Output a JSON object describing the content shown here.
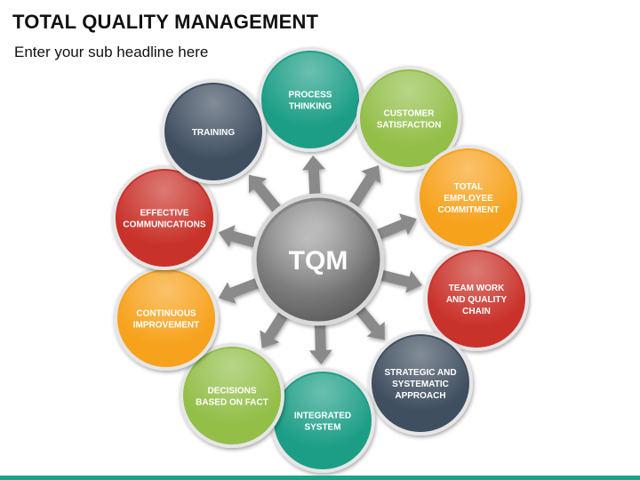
{
  "header": {
    "title": "TOTAL QUALITY MANAGEMENT",
    "subtitle": "Enter your sub headline here"
  },
  "hub": {
    "label": "TQM"
  },
  "nodes": [
    {
      "id": "process-thinking",
      "lines": [
        "PROCESS",
        "THINKING"
      ],
      "color": "#1a9e86"
    },
    {
      "id": "customer-satisfaction",
      "lines": [
        "CUSTOMER",
        "SATISFACTION"
      ],
      "color": "#93bf4a"
    },
    {
      "id": "total-employee-commitment",
      "lines": [
        "TOTAL",
        "EMPLOYEE",
        "COMMITMENT"
      ],
      "color": "#f7a21b"
    },
    {
      "id": "team-work-and-quality-chain",
      "lines": [
        "TEAM WORK",
        "AND QUALITY",
        "CHAIN"
      ],
      "color": "#c9302c"
    },
    {
      "id": "strategic-and-systematic-approach",
      "lines": [
        "STRATEGIC AND",
        "SYSTEMATIC",
        "APPROACH"
      ],
      "color": "#3f4f60"
    },
    {
      "id": "integrated-system",
      "lines": [
        "INTEGRATED",
        "SYSTEM"
      ],
      "color": "#1a9e86"
    },
    {
      "id": "decisions-based-on-fact",
      "lines": [
        "DECISIONS",
        "BASED ON FACT"
      ],
      "color": "#93bf4a"
    },
    {
      "id": "continuous-improvement",
      "lines": [
        "CONTINUOUS",
        "IMPROVEMENT"
      ],
      "color": "#f7a21b"
    },
    {
      "id": "effective-communications",
      "lines": [
        "EFFECTIVE",
        "COMMUNICATIONS"
      ],
      "color": "#c9302c"
    },
    {
      "id": "training",
      "lines": [
        "TRAINING"
      ],
      "color": "#3f4f60"
    }
  ],
  "colors": {
    "hub": "#7a7a7a",
    "arrow": "#8a8a8a",
    "accent_bar": "#17a58a"
  }
}
